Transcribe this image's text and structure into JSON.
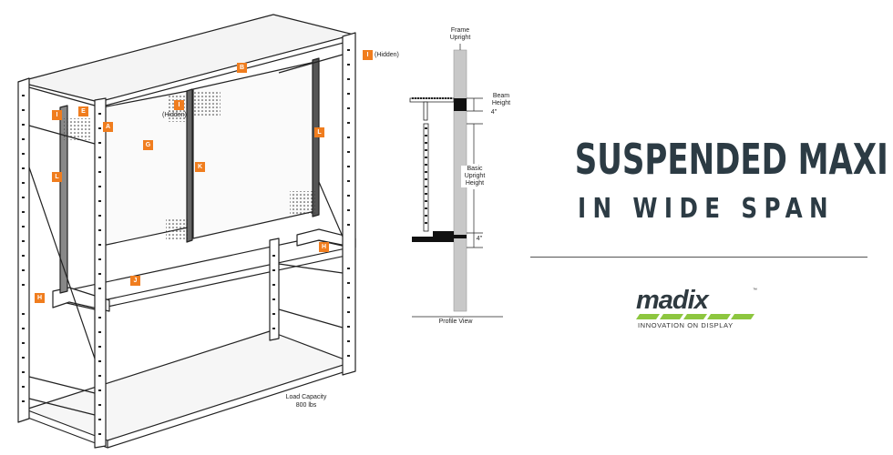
{
  "title": {
    "line1": "SUSPENDED MAXI",
    "line2": "IN WIDE SPAN"
  },
  "brand": {
    "name": "madix",
    "tagline": "INNOVATION ON DISPLAY",
    "trademark": "™",
    "accent_color": "#8dc63f",
    "text_color": "#2f3a40"
  },
  "colors": {
    "title": "#2c3b44",
    "callout": "#f07d1e",
    "upright_gray": "#c8c8c8"
  },
  "callouts": {
    "A": "A",
    "B": "B",
    "E": "E",
    "G": "G",
    "H1": "H",
    "H2": "H",
    "I_top": "I",
    "I_mid": "I",
    "I_left": "I",
    "J": "J",
    "K": "K",
    "L_left": "L",
    "L_right": "L"
  },
  "notes": {
    "hidden_top": "(Hidden)",
    "hidden_mid": "(Hidden)",
    "load_capacity": "Load Capacity",
    "load_value": "800 lbs"
  },
  "profile": {
    "frame_upright": "Frame Upright",
    "beam_height": "Beam Height",
    "beam_height_value": "4\"",
    "basic_upright": "Basic Upright Height",
    "bottom_value": "4\"",
    "caption": "Profile View"
  }
}
